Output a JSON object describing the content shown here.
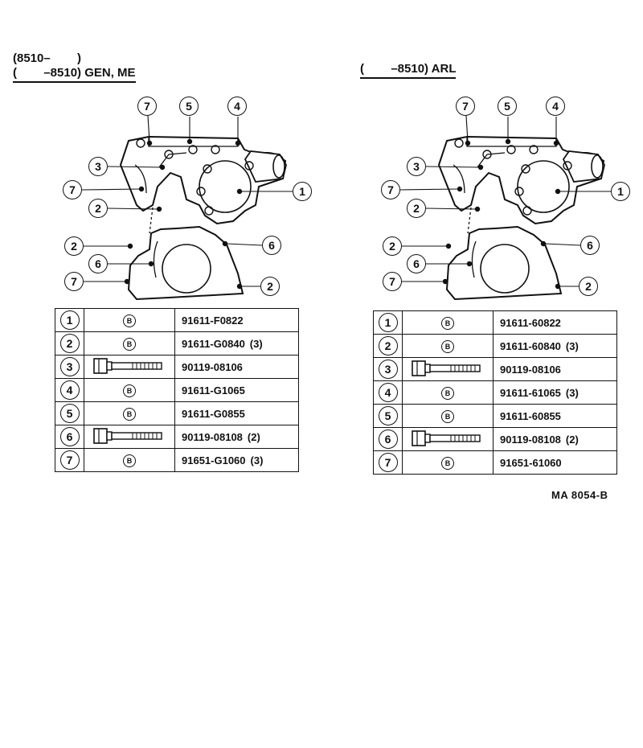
{
  "left": {
    "header_line1": "(8510–        )",
    "header_line2": "(        –8510) GEN, ME",
    "callouts": {
      "c1": "1",
      "c2a": "2",
      "c2b": "2",
      "c2c": "2",
      "c3": "3",
      "c4": "4",
      "c5": "5",
      "c6a": "6",
      "c6b": "6",
      "c7a": "7",
      "c7b": "7",
      "c7c": "7"
    },
    "rows": [
      {
        "num": "1",
        "icon": "b-mark",
        "b": "B",
        "part": "91611-F0822",
        "qty": ""
      },
      {
        "num": "2",
        "icon": "b-mark",
        "b": "B",
        "part": "91611-G0840",
        "qty": "(3)"
      },
      {
        "num": "3",
        "icon": "bolt",
        "b": "",
        "part": "90119-08106",
        "qty": ""
      },
      {
        "num": "4",
        "icon": "b-mark",
        "b": "B",
        "part": "91611-G1065",
        "qty": ""
      },
      {
        "num": "5",
        "icon": "b-mark",
        "b": "B",
        "part": "91611-G0855",
        "qty": ""
      },
      {
        "num": "6",
        "icon": "bolt",
        "b": "",
        "part": "90119-08108",
        "qty": "(2)"
      },
      {
        "num": "7",
        "icon": "b-mark",
        "b": "B",
        "part": "91651-G1060",
        "qty": "(3)"
      }
    ]
  },
  "right": {
    "header_line1": "(        –8510) ARL",
    "callouts": {
      "c1": "1",
      "c2a": "2",
      "c2b": "2",
      "c2c": "2",
      "c3": "3",
      "c4": "4",
      "c5": "5",
      "c6a": "6",
      "c6b": "6",
      "c7a": "7",
      "c7b": "7",
      "c7c": "7"
    },
    "rows": [
      {
        "num": "1",
        "icon": "b-mark",
        "b": "B",
        "part": "91611-60822",
        "qty": ""
      },
      {
        "num": "2",
        "icon": "b-mark",
        "b": "B",
        "part": "91611-60840",
        "qty": "(3)"
      },
      {
        "num": "3",
        "icon": "bolt",
        "b": "",
        "part": "90119-08106",
        "qty": ""
      },
      {
        "num": "4",
        "icon": "b-mark",
        "b": "B",
        "part": "91611-61065",
        "qty": "(3)"
      },
      {
        "num": "5",
        "icon": "b-mark",
        "b": "B",
        "part": "91611-60855",
        "qty": ""
      },
      {
        "num": "6",
        "icon": "bolt",
        "b": "",
        "part": "90119-08108",
        "qty": "(2)"
      },
      {
        "num": "7",
        "icon": "b-mark",
        "b": "B",
        "part": "91651-61060",
        "qty": ""
      }
    ]
  },
  "figure_code": "MA  8054-B"
}
